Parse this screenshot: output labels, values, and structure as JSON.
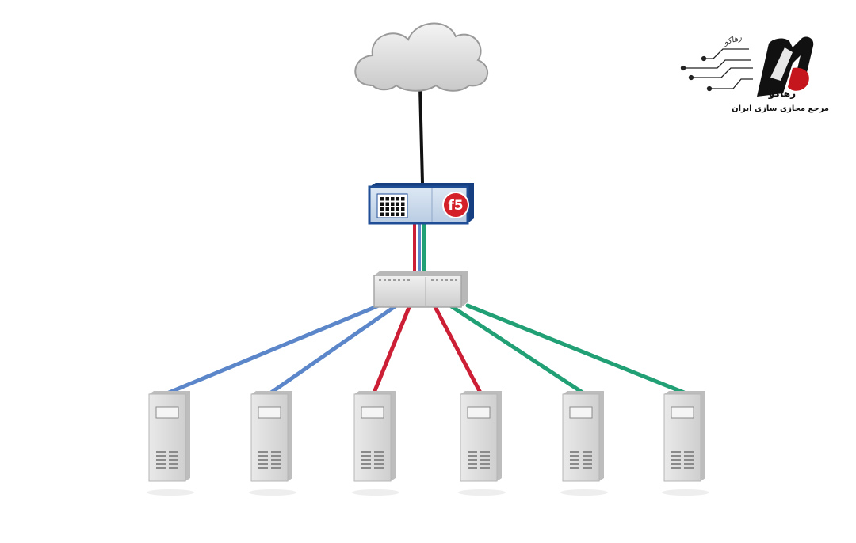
{
  "logo": {
    "name": "رهاکو",
    "tagline": "مرجع مجازی سازی ایران",
    "script_text": "رهاکو",
    "accent": "#c4161c"
  },
  "load_balancer": {
    "brand_label": "f5",
    "brand_color": "#d32029",
    "body_color": "#1f4e96"
  },
  "cable_colors": {
    "uplink": "#111111",
    "blue": "#5b86c9",
    "red": "#cc1e35",
    "green": "#21a075"
  },
  "servers": [
    {
      "group": "blue"
    },
    {
      "group": "blue"
    },
    {
      "group": "red"
    },
    {
      "group": "red"
    },
    {
      "group": "green"
    },
    {
      "group": "green"
    }
  ]
}
